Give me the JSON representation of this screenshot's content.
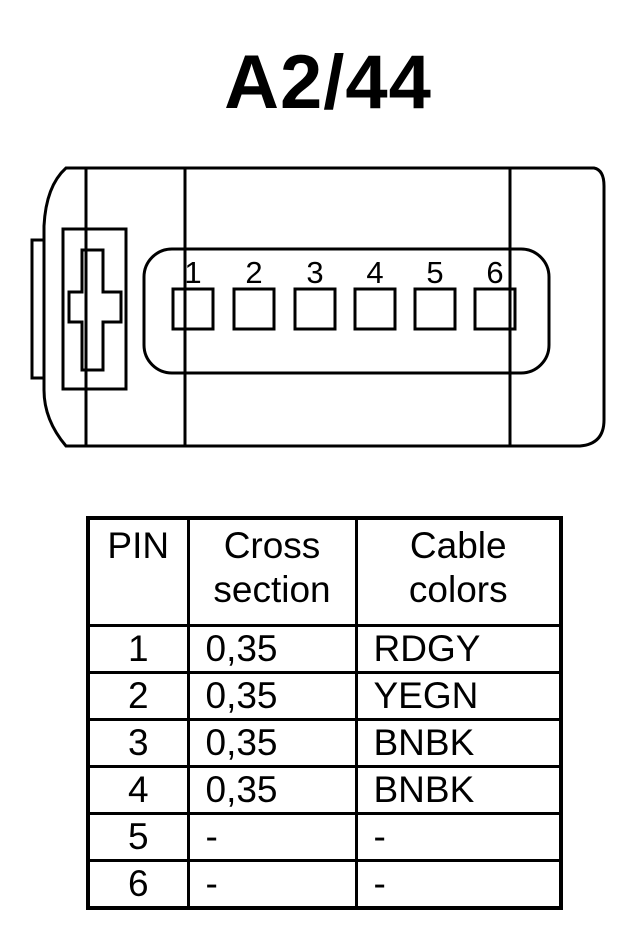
{
  "title": "A2/44",
  "connector": {
    "pin_labels": [
      "1",
      "2",
      "3",
      "4",
      "5",
      "6"
    ]
  },
  "table": {
    "headers": {
      "pin": [
        "PIN"
      ],
      "cross_section": [
        "Cross",
        "section"
      ],
      "cable_colors": [
        "Cable",
        "colors"
      ]
    },
    "rows": [
      {
        "pin": "1",
        "cross_section": "0,35",
        "cable_colors": "RDGY"
      },
      {
        "pin": "2",
        "cross_section": "0,35",
        "cable_colors": "YEGN"
      },
      {
        "pin": "3",
        "cross_section": "0,35",
        "cable_colors": "BNBK"
      },
      {
        "pin": "4",
        "cross_section": "0,35",
        "cable_colors": "BNBK"
      },
      {
        "pin": "5",
        "cross_section": "-",
        "cable_colors": "-"
      },
      {
        "pin": "6",
        "cross_section": "-",
        "cable_colors": "-"
      }
    ]
  }
}
